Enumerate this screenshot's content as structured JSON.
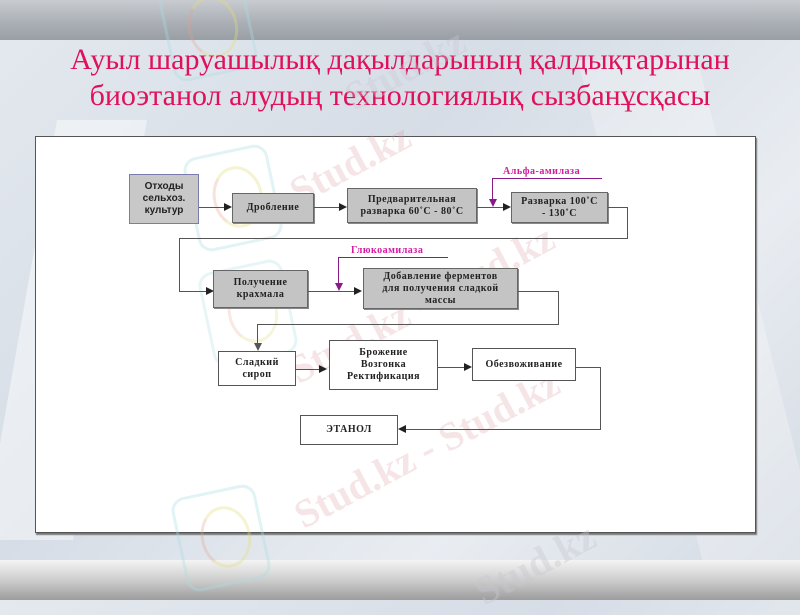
{
  "slide": {
    "title_line1": "Ауыл шаруашылық дақылдарының қалдықтарынан",
    "title_line2": "биоэтанол алудың технологиялық сызбанұсқасы",
    "title_color": "#e0105a",
    "watermark": "Stud.kz",
    "watermark_long": "Stud.kz - Stud.kz"
  },
  "diagram": {
    "nodes": {
      "waste": "Отходы сельхоз. культур",
      "crushing": "Дробление",
      "pre_cooking": "Предварительная разварка 60˚С - 80˚С",
      "cooking": "Разварка 100˚С - 130˚С",
      "starch": "Получение крахмала",
      "enzymes": "Добавление ферментов для получения сладкой массы",
      "syrup": "Сладкий сироп",
      "fermentation": "Брожение Возгонка Ректификация",
      "dehydration": "Обезвоживание",
      "ethanol": "ЭТАНОЛ"
    },
    "enzymes": {
      "alpha": "Альфа-амилаза",
      "gluco": "Глюкоамилаза"
    },
    "enzyme_color": "#d41aa0",
    "edges": [
      [
        "waste",
        "crushing"
      ],
      [
        "crushing",
        "pre_cooking"
      ],
      [
        "pre_cooking",
        "cooking"
      ],
      [
        "cooking",
        "starch"
      ],
      [
        "starch",
        "enzymes"
      ],
      [
        "enzymes",
        "syrup"
      ],
      [
        "syrup",
        "fermentation"
      ],
      [
        "fermentation",
        "dehydration"
      ],
      [
        "dehydration",
        "ethanol"
      ]
    ]
  }
}
